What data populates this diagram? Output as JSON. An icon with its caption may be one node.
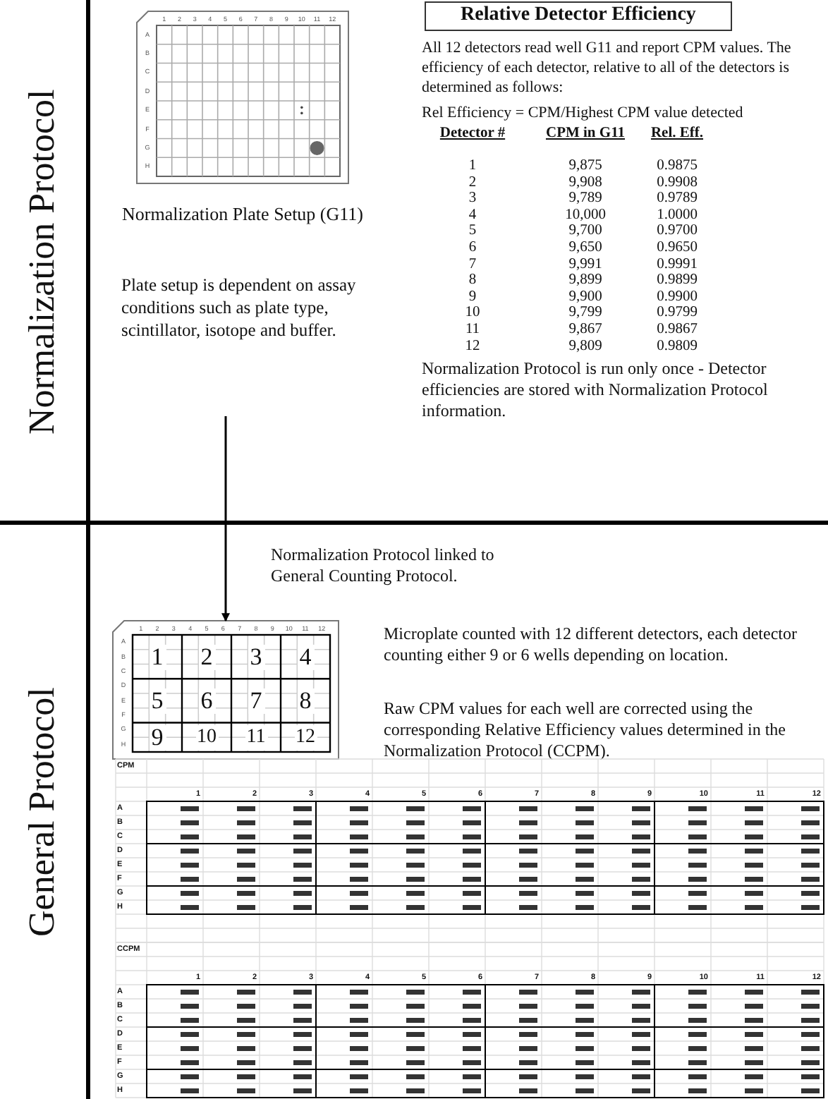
{
  "diagram": {
    "nodes": [
      {
        "text": [
          "Normalization Protocol"
        ]
      },
      {
        "text": [],
        "shape": "picture",
        "in": 0,
        "beside": [
          "Normalization Plate Setup (G11)"
        ]
      },
      {
        "text": [
          "Relative Detector Efficiency"
        ],
        "in": 0
      },
      {
        "text": [
          "General Protocol"
        ]
      },
      {
        "text": [],
        "shape": "picture",
        "in": 3
      }
    ],
    "edges": [
      {
        "from": null,
        "to": 4,
        "arrow": "to",
        "label": "Normalization Protocol linked to General Counting Protocol."
      }
    ],
    "labels": [
      "1",
      "2",
      "3",
      "4",
      "5",
      "6",
      "7",
      "8",
      "9",
      "10",
      "11",
      "12",
      "A",
      "B",
      "C",
      "D",
      "E",
      "F",
      "G",
      "H",
      "All 12 detectors read well G11 and report CPM values. The efficiency of each detector, relative to all of the detectors is determined as follows:",
      "Rel Efficiency = CPM/Highest CPM value detected",
      "Detector #",
      "CPM in G11",
      "Rel. Eff.",
      "1",
      "9,875",
      "0.9875",
      "2",
      "9,908",
      "0.9908",
      "3",
      "9,789",
      "0.9789",
      "4",
      "10,000",
      "1.0000",
      "5",
      "9,700",
      "0.9700",
      "6",
      "9,650",
      "0.9650",
      "7",
      "9,991",
      "0.9991",
      "8",
      "9,899",
      "0.9899",
      "9",
      "9,900",
      "0.9900",
      "10",
      "9,799",
      "0.9799",
      "11",
      "9,867",
      "0.9867",
      "12",
      "9,809",
      "0.9809",
      "Plate setup is dependent on assay conditions such as plate type, scintillator, isotope and buffer.",
      "Normalization Protocol is run only once - Detector efficiencies are stored with Normalization Protocol information.",
      "1",
      "2",
      "3",
      "4",
      "5",
      "6",
      "7",
      "8",
      "9",
      "10",
      "11",
      "12",
      "A",
      "B",
      "C",
      "D",
      "E",
      "F",
      "G",
      "H",
      "1",
      "2",
      "3",
      "4",
      "5",
      "6",
      "7",
      "8",
      "9",
      "10",
      "11",
      "12",
      "Microplate counted with 12 different detectors, each detector counting either 9 or 6 wells depending on location.",
      "Raw CPM values for each well are corrected using the corresponding Relative Efficiency values determined in the Normalization Protocol (CCPM).",
      "CPM",
      "1",
      "2",
      "3",
      "4",
      "5",
      "6",
      "7",
      "8",
      "9",
      "10",
      "11",
      "12",
      "A",
      "B",
      "C",
      "D",
      "E",
      "F",
      "G",
      "H",
      "CCPM",
      "1",
      "2",
      "3",
      "4",
      "5",
      "6",
      "7",
      "8",
      "9",
      "10",
      "11",
      "12",
      "A",
      "B",
      "C",
      "D",
      "E",
      "F",
      "G",
      "H"
    ]
  }
}
